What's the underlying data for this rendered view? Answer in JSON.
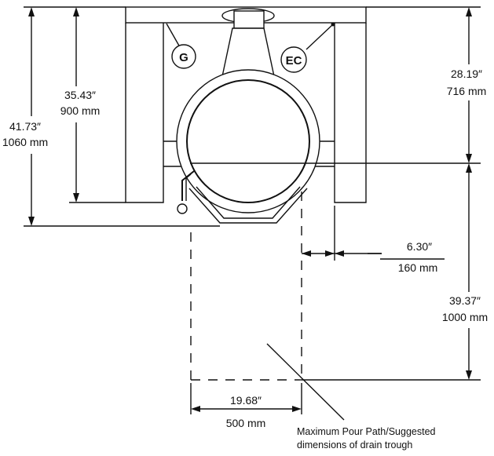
{
  "labels": {
    "callout_g": "G",
    "callout_ec": "EC",
    "dim_overall_height_in": "41.73″",
    "dim_overall_height_mm": "1060 mm",
    "dim_frame_height_in": "35.43″",
    "dim_frame_height_mm": "900 mm",
    "dim_pivot_height_in": "28.19″",
    "dim_pivot_height_mm": "716 mm",
    "dim_offset_in": "6.30″",
    "dim_offset_mm": "160 mm",
    "dim_pour_length_in": "39.37″",
    "dim_pour_length_mm": "1000 mm",
    "dim_pour_width_in": "19.68″",
    "dim_pour_width_mm": "500 mm",
    "note_line1": "Maximum Pour Path/Suggested",
    "note_line2": "dimensions of drain trough"
  }
}
